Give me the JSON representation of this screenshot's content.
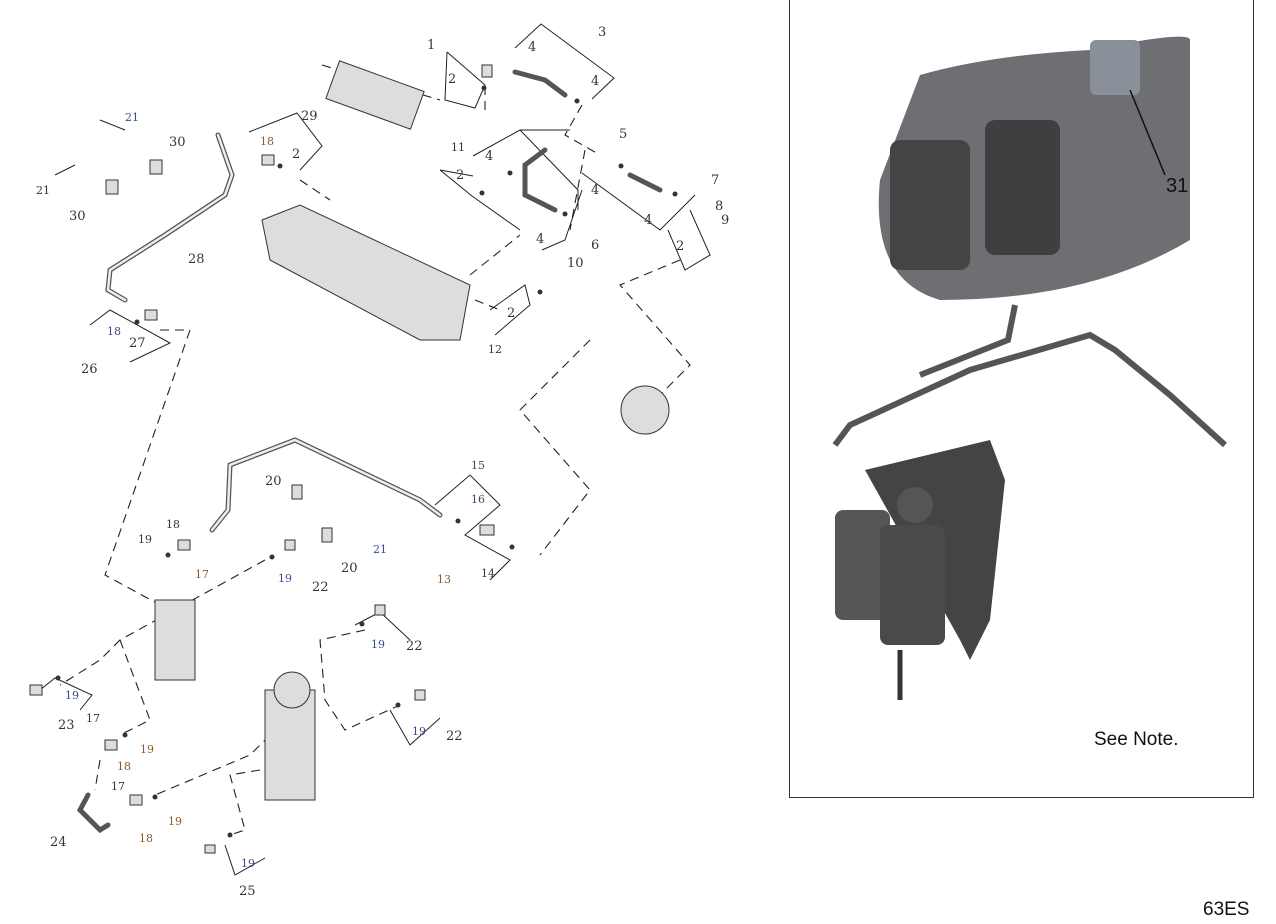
{
  "callouts": [
    "1",
    "2",
    "4",
    "3",
    "4",
    "5",
    "11",
    "4",
    "2",
    "4",
    "7",
    "8",
    "9",
    "4",
    "6",
    "2",
    "4",
    "10",
    "29",
    "18",
    "2",
    "21",
    "30",
    "21",
    "30",
    "28",
    "2",
    "12",
    "18",
    "27",
    "26",
    "15",
    "16",
    "13",
    "14",
    "20",
    "18",
    "19",
    "17",
    "19",
    "22",
    "21",
    "20",
    "19",
    "22",
    "19",
    "23",
    "17",
    "19",
    "18",
    "19",
    "22",
    "17",
    "19",
    "18",
    "24",
    "19",
    "25"
  ],
  "inset": {
    "callout": "31",
    "note": "See Note."
  },
  "figure_code": "63ES"
}
